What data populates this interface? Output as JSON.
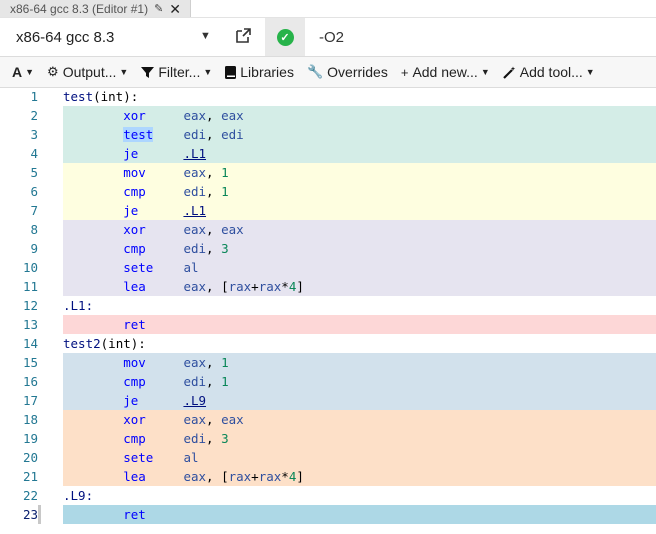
{
  "tab": {
    "title": "x86-64 gcc 8.3 (Editor #1)"
  },
  "compiler": {
    "name": "x86-64 gcc 8.3",
    "options": "-O2",
    "status_color": "#27b34a"
  },
  "toolbar": {
    "font_label": "A",
    "output": "Output...",
    "filter": "Filter...",
    "libraries": "Libraries",
    "overrides": "Overrides",
    "add_new": "Add new...",
    "add_tool": "Add tool..."
  },
  "colors": {
    "green": "#d4ede7",
    "yellow": "#fefee0",
    "lavender": "#e6e4f0",
    "pink": "#fdd7d7",
    "blue": "#d2e1ec",
    "orange": "#fde0c8",
    "cyan": "#add8e6"
  },
  "lines": [
    {
      "n": "1",
      "kind": "label",
      "text": "test(int):",
      "bg": "none"
    },
    {
      "n": "2",
      "kind": "ins",
      "mn": "xor",
      "ops": "eax, eax",
      "bg": "green"
    },
    {
      "n": "3",
      "kind": "ins",
      "mn": "test",
      "ops": "edi, edi",
      "bg": "green",
      "hl": true
    },
    {
      "n": "4",
      "kind": "ins",
      "mn": "je",
      "ops": ".L1",
      "bg": "green",
      "ref": true
    },
    {
      "n": "5",
      "kind": "ins",
      "mn": "mov",
      "ops": "eax, 1",
      "bg": "yellow"
    },
    {
      "n": "6",
      "kind": "ins",
      "mn": "cmp",
      "ops": "edi, 1",
      "bg": "yellow"
    },
    {
      "n": "7",
      "kind": "ins",
      "mn": "je",
      "ops": ".L1",
      "bg": "yellow",
      "ref": true
    },
    {
      "n": "8",
      "kind": "ins",
      "mn": "xor",
      "ops": "eax, eax",
      "bg": "lavender"
    },
    {
      "n": "9",
      "kind": "ins",
      "mn": "cmp",
      "ops": "edi, 3",
      "bg": "lavender"
    },
    {
      "n": "10",
      "kind": "ins",
      "mn": "sete",
      "ops": "al",
      "bg": "lavender"
    },
    {
      "n": "11",
      "kind": "ins",
      "mn": "lea",
      "ops": "eax, [rax+rax*4]",
      "bg": "lavender"
    },
    {
      "n": "12",
      "kind": "label",
      "text": ".L1:",
      "bg": "none"
    },
    {
      "n": "13",
      "kind": "ins",
      "mn": "ret",
      "ops": "",
      "bg": "pink"
    },
    {
      "n": "14",
      "kind": "label",
      "text": "test2(int):",
      "bg": "none"
    },
    {
      "n": "15",
      "kind": "ins",
      "mn": "mov",
      "ops": "eax, 1",
      "bg": "blue"
    },
    {
      "n": "16",
      "kind": "ins",
      "mn": "cmp",
      "ops": "edi, 1",
      "bg": "blue"
    },
    {
      "n": "17",
      "kind": "ins",
      "mn": "je",
      "ops": ".L9",
      "bg": "blue",
      "ref": true
    },
    {
      "n": "18",
      "kind": "ins",
      "mn": "xor",
      "ops": "eax, eax",
      "bg": "orange"
    },
    {
      "n": "19",
      "kind": "ins",
      "mn": "cmp",
      "ops": "edi, 3",
      "bg": "orange"
    },
    {
      "n": "20",
      "kind": "ins",
      "mn": "sete",
      "ops": "al",
      "bg": "orange"
    },
    {
      "n": "21",
      "kind": "ins",
      "mn": "lea",
      "ops": "eax, [rax+rax*4]",
      "bg": "orange"
    },
    {
      "n": "22",
      "kind": "label",
      "text": ".L9:",
      "bg": "none"
    },
    {
      "n": "23",
      "kind": "ins",
      "mn": "ret",
      "ops": "",
      "bg": "cyan",
      "active": true
    }
  ]
}
